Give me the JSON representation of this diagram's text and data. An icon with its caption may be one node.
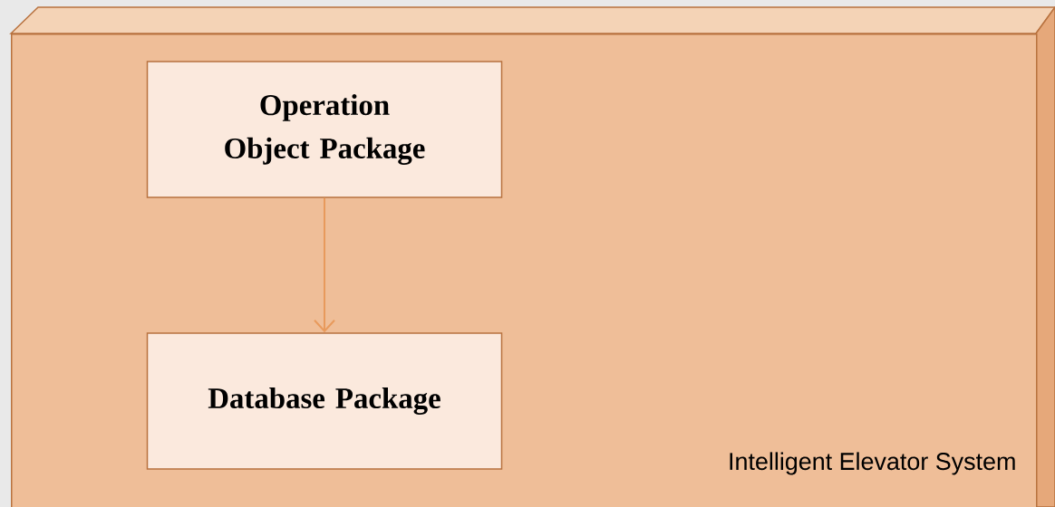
{
  "diagram": {
    "nodes": [
      {
        "text": [
          "Intelligent Elevator System"
        ]
      },
      {
        "text": [
          "Operation Object Package"
        ],
        "in": 0
      },
      {
        "text": [
          "Database Package"
        ],
        "in": 0
      }
    ],
    "edges": [
      {
        "from": 1,
        "to": 2,
        "arrow": "to"
      }
    ]
  }
}
